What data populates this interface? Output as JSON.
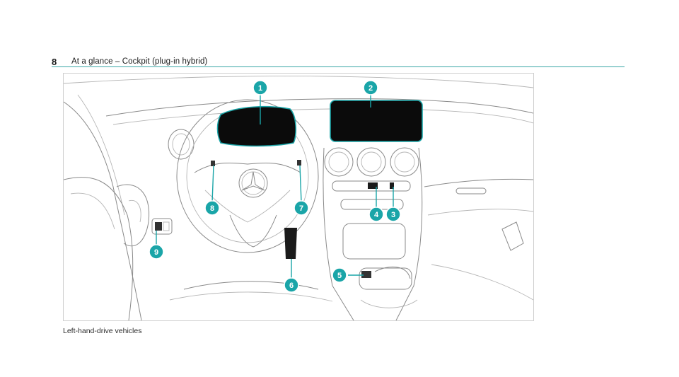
{
  "header": {
    "page_number": "8",
    "title": "At a glance – Cockpit (plug-in hybrid)"
  },
  "figure": {
    "callouts": [
      "1",
      "2",
      "3",
      "4",
      "5",
      "6",
      "7",
      "8",
      "9"
    ],
    "accent_color": "#1aa5a8"
  },
  "caption": "Left-hand-drive vehicles"
}
